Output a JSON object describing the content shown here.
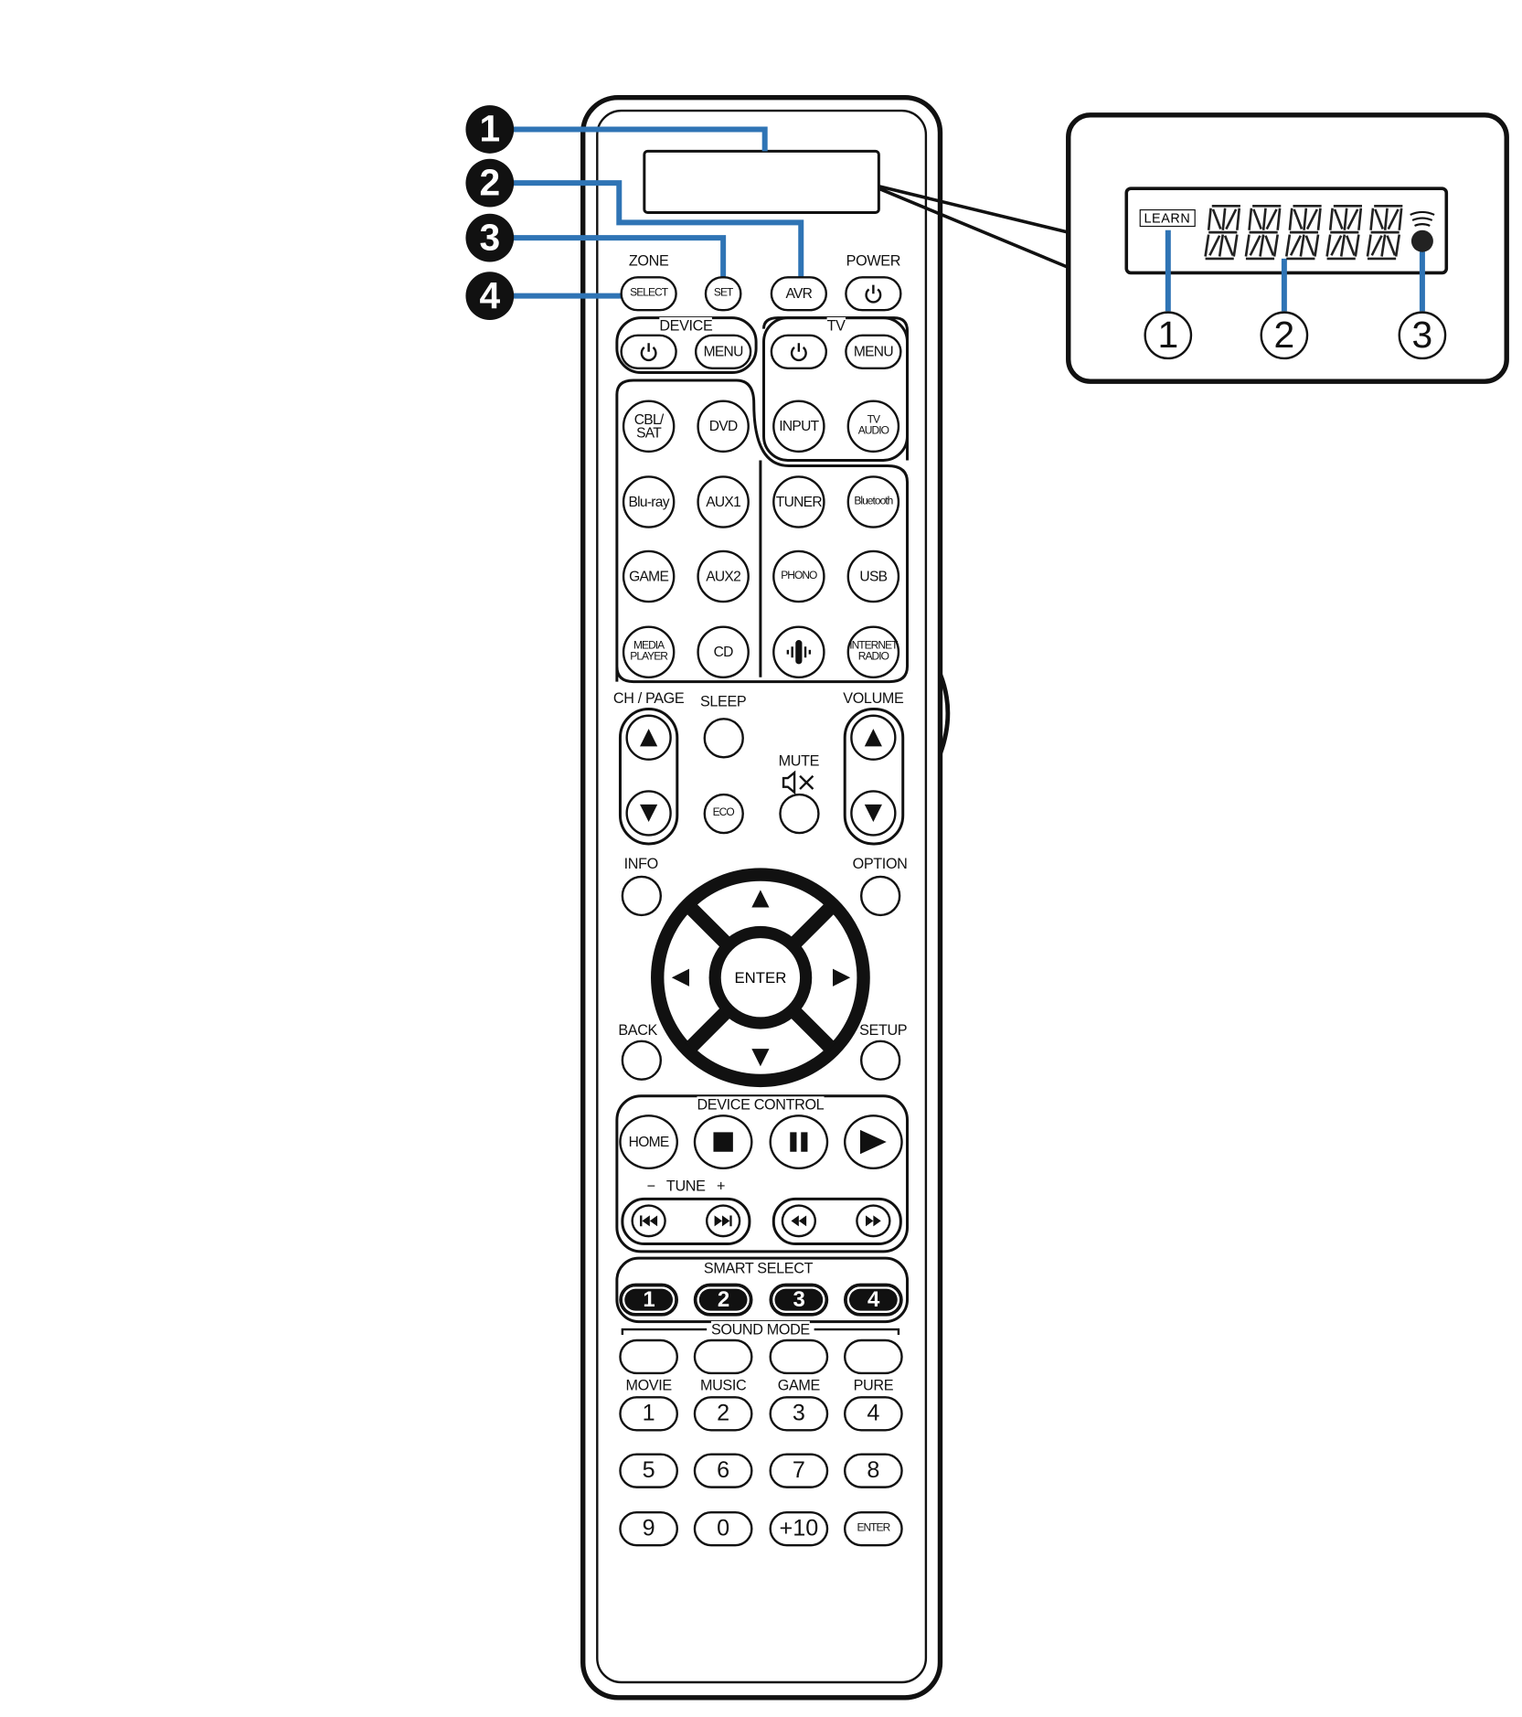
{
  "callouts": [
    "1",
    "2",
    "3",
    "4"
  ],
  "lcd": {
    "learn": "LEARN",
    "refs": [
      "1",
      "2",
      "3"
    ],
    "segment_digits": 5
  },
  "labels": {
    "zone": "ZONE",
    "power": "POWER",
    "device": "DEVICE",
    "tv": "TV",
    "ch_page": "CH / PAGE",
    "sleep": "SLEEP",
    "mute": "MUTE",
    "volume": "VOLUME",
    "info": "INFO",
    "option": "OPTION",
    "back": "BACK",
    "setup": "SETUP",
    "device_control": "DEVICE CONTROL",
    "tune": "−   TUNE   +",
    "smart_select": "SMART SELECT",
    "sound_mode": "SOUND MODE",
    "movie": "MOVIE",
    "music": "MUSIC",
    "game": "GAME",
    "pure": "PURE"
  },
  "buttons": {
    "zone_select": {
      "label": "SELECT"
    },
    "set": {
      "label": "SET"
    },
    "avr": {
      "label": "AVR"
    },
    "power": {
      "icon": "power"
    },
    "device_power": {
      "icon": "power"
    },
    "device_menu": {
      "label": "MENU"
    },
    "tv_power": {
      "icon": "power"
    },
    "tv_menu": {
      "label": "MENU"
    },
    "tv_input": {
      "label": "INPUT"
    },
    "tv_audio": {
      "label": "TV\nAUDIO"
    },
    "cbl_sat": {
      "label": "CBL/\nSAT"
    },
    "dvd": {
      "label": "DVD"
    },
    "bluray": {
      "label": "Blu-ray"
    },
    "aux1": {
      "label": "AUX1"
    },
    "tuner": {
      "label": "TUNER"
    },
    "bluetooth": {
      "label": "Bluetooth"
    },
    "game_src": {
      "label": "GAME"
    },
    "aux2": {
      "label": "AUX2"
    },
    "phono": {
      "label": "PHONO"
    },
    "usb": {
      "label": "USB"
    },
    "media_player": {
      "label": "MEDIA\nPLAYER"
    },
    "cd": {
      "label": "CD"
    },
    "heos": {
      "icon": "heos"
    },
    "internet_radio": {
      "label": "INTERNET\nRADIO"
    },
    "ch_up": {
      "icon": "up"
    },
    "ch_down": {
      "icon": "down"
    },
    "sleep": {},
    "eco": {
      "label": "ECO"
    },
    "mute": {},
    "vol_up": {
      "icon": "up"
    },
    "vol_down": {
      "icon": "down"
    },
    "info": {},
    "option": {},
    "back": {},
    "setup": {},
    "enter": {
      "label": "ENTER"
    },
    "home": {
      "label": "HOME"
    },
    "stop": {
      "icon": "stop"
    },
    "pause": {
      "icon": "pause"
    },
    "play": {
      "icon": "play"
    },
    "skip_back": {
      "icon": "skip-back"
    },
    "skip_fwd": {
      "icon": "skip-forward"
    },
    "rewind": {
      "icon": "rewind"
    },
    "fast_forward": {
      "icon": "fast-forward"
    },
    "smart_1": {
      "label": "1"
    },
    "smart_2": {
      "label": "2"
    },
    "smart_3": {
      "label": "3"
    },
    "smart_4": {
      "label": "4"
    },
    "sound_movie": {},
    "sound_music": {},
    "sound_game": {},
    "sound_pure": {},
    "num_1": {
      "label": "1"
    },
    "num_2": {
      "label": "2"
    },
    "num_3": {
      "label": "3"
    },
    "num_4": {
      "label": "4"
    },
    "num_5": {
      "label": "5"
    },
    "num_6": {
      "label": "6"
    },
    "num_7": {
      "label": "7"
    },
    "num_8": {
      "label": "8"
    },
    "num_9": {
      "label": "9"
    },
    "num_0": {
      "label": "0"
    },
    "num_plus10": {
      "label": "+10"
    },
    "num_enter": {
      "label": "ENTER"
    }
  },
  "colors": {
    "callout_line": "#2f74b5",
    "ink": "#111111"
  }
}
